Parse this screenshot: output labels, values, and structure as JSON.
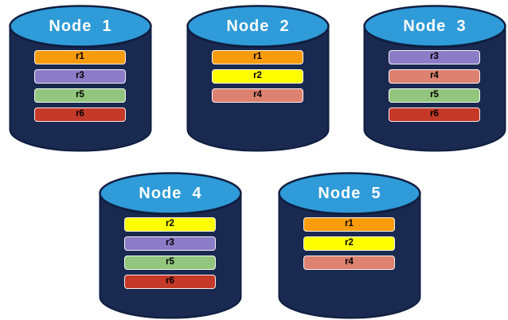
{
  "canvas": {
    "background": "#ffffff"
  },
  "colors": {
    "cylinder_body": "#1A2950",
    "cylinder_top": "#2F9BD8",
    "cylinder_outline": "#0F1E40",
    "bar_border": "#FFFFFF",
    "bar_text": "#000000",
    "node_label_text": "#FFFFFF",
    "replica_palette": {
      "r1": "#F89B0D",
      "r2": "#FFFF00",
      "r3": "#8A7CC6",
      "r4": "#DD8170",
      "r5": "#92C57E",
      "r6": "#C43928"
    }
  },
  "nodes": [
    {
      "label": "Node  1",
      "replicas": [
        {
          "label": "r1",
          "color": "#F89B0D"
        },
        {
          "label": "r3",
          "color": "#8A7CC6"
        },
        {
          "label": "r5",
          "color": "#92C57E"
        },
        {
          "label": "r6",
          "color": "#C43928"
        }
      ]
    },
    {
      "label": "Node  2",
      "replicas": [
        {
          "label": "r1",
          "color": "#F89B0D"
        },
        {
          "label": "r2",
          "color": "#FFFF00"
        },
        {
          "label": "r4",
          "color": "#DD8170"
        }
      ]
    },
    {
      "label": "Node  3",
      "replicas": [
        {
          "label": "r3",
          "color": "#8A7CC6"
        },
        {
          "label": "r4",
          "color": "#DD8170"
        },
        {
          "label": "r5",
          "color": "#92C57E"
        },
        {
          "label": "r6",
          "color": "#C43928"
        }
      ]
    },
    {
      "label": "Node  4",
      "replicas": [
        {
          "label": "r2",
          "color": "#FFFF00"
        },
        {
          "label": "r3",
          "color": "#8A7CC6"
        },
        {
          "label": "r5",
          "color": "#92C57E"
        },
        {
          "label": "r6",
          "color": "#C43928"
        }
      ]
    },
    {
      "label": "Node  5",
      "replicas": [
        {
          "label": "r1",
          "color": "#F89B0D"
        },
        {
          "label": "r2",
          "color": "#FFFF00"
        },
        {
          "label": "r4",
          "color": "#DD8170"
        }
      ]
    }
  ]
}
